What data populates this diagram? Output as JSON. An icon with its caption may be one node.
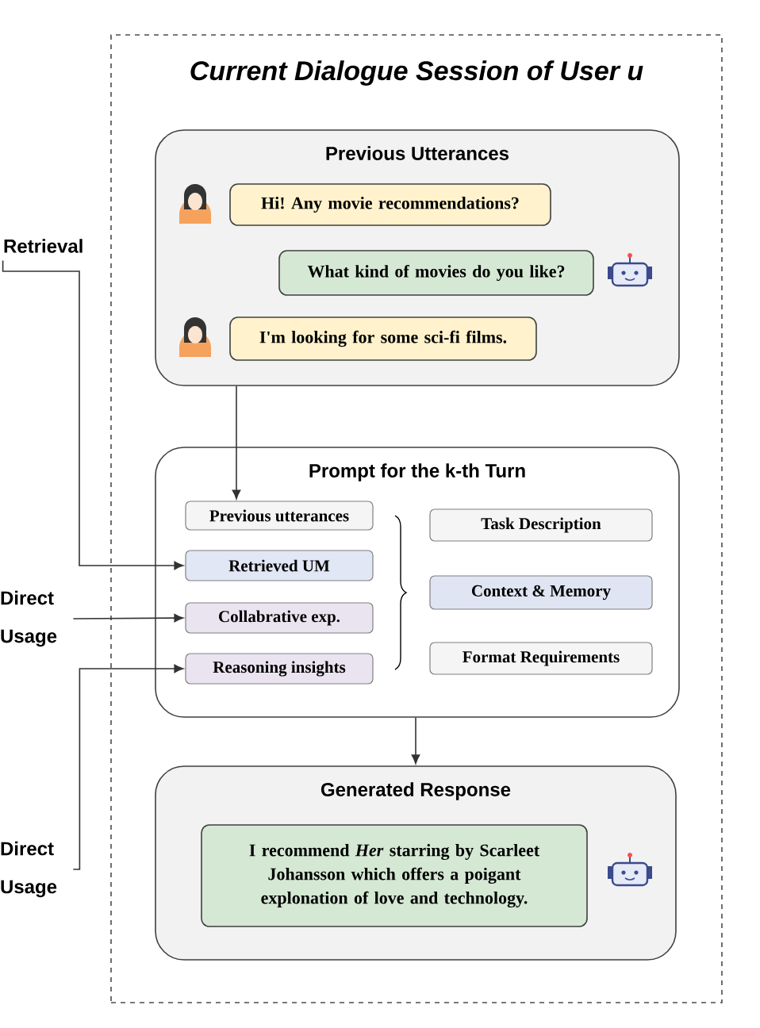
{
  "diagram": {
    "nodes": [
      {
        "text": [
          "Current Dialogue Session of User u"
        ]
      },
      {
        "text": [
          "Previous Utterances"
        ],
        "in": 0
      },
      {
        "text": [
          "Hi! Any movie recommendations?"
        ],
        "in": 1
      },
      {
        "text": [
          "What kind of movies do you like?"
        ],
        "in": 1
      },
      {
        "text": [
          "I'm looking for some sci-fi films."
        ],
        "in": 1
      },
      {
        "text": [
          "Prompt for the k-th Turn"
        ],
        "in": 0
      },
      {
        "text": [
          "Previous utterances"
        ],
        "in": 5
      },
      {
        "text": [
          "Retrieved UM"
        ],
        "in": 5
      },
      {
        "text": [
          "Collabrative exp."
        ],
        "in": 5
      },
      {
        "text": [
          "Reasoning insights"
        ],
        "in": 5
      },
      {
        "text": [
          "Task Description"
        ],
        "in": 5
      },
      {
        "text": [
          "Context & Memory"
        ],
        "in": 5
      },
      {
        "text": [
          "Format Requirements"
        ],
        "in": 5
      },
      {
        "text": [
          "Generated Response"
        ],
        "in": 0
      },
      {
        "text": [
          "I recommend *Her* starring by Scarleet Johansson which offers a poigant explonation of love and technology."
        ],
        "in": 13
      },
      {
        "text": [
          "Retrieval"
        ]
      },
      {
        "text": [
          "Direct",
          "Usage"
        ]
      },
      {
        "text": [
          "Direct",
          "Usage"
        ]
      }
    ],
    "edges": [
      {
        "from": 1,
        "to": 6,
        "arrow": "to"
      },
      {
        "from": 15,
        "to": 7,
        "arrow": "to"
      },
      {
        "from": 16,
        "to": 8,
        "arrow": "to"
      },
      {
        "from": 17,
        "to": 9,
        "arrow": "to"
      },
      {
        "from": 5,
        "to": 13,
        "arrow": "to"
      }
    ]
  }
}
